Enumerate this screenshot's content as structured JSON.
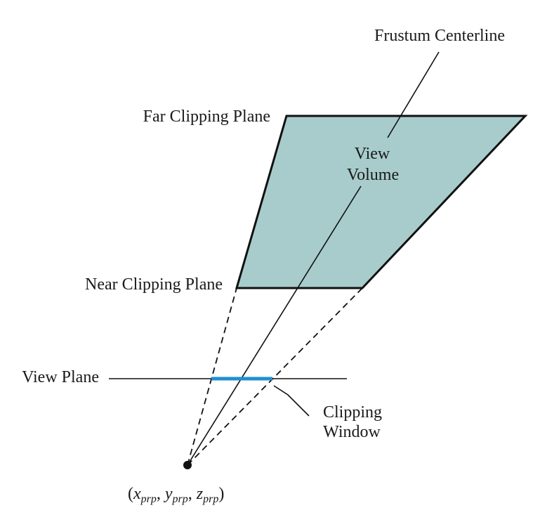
{
  "labels": {
    "frustum_centerline": "Frustum Centerline",
    "far_clipping_plane": "Far Clipping Plane",
    "near_clipping_plane": "Near Clipping Plane",
    "view_volume_line1": "View",
    "view_volume_line2": "Volume",
    "view_plane": "View Plane",
    "clipping_window_line1": "Clipping",
    "clipping_window_line2": "Window"
  },
  "reference_point": {
    "open_paren": "(",
    "x_symbol": "x",
    "x_sub": "prp",
    "sep1": ", ",
    "y_symbol": "y",
    "y_sub": "prp",
    "sep2": ", ",
    "z_symbol": "z",
    "z_sub": "prp",
    "close_paren": ")"
  },
  "colors": {
    "view_volume_fill": "#a8cccc",
    "outline": "#111111",
    "clipping_window": "#1f8fd0"
  }
}
